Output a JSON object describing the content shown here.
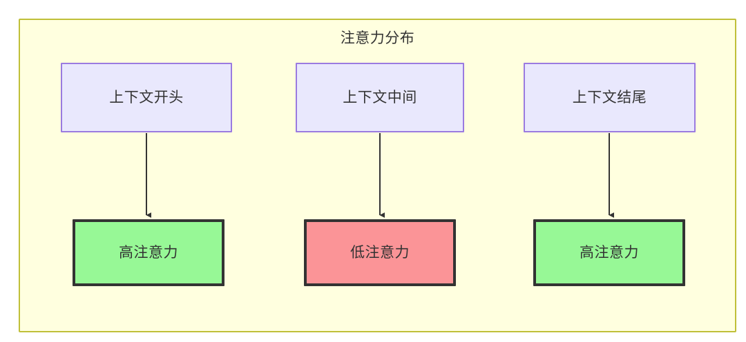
{
  "diagram": {
    "title": "注意力分布",
    "type": "flowchart",
    "background_color": "#ffffff",
    "container": {
      "fill": "#ffffdf",
      "border_color": "#bfbf38"
    },
    "palette": {
      "context_fill": "#e9e8fd",
      "context_border": "#9a7ae0",
      "high_attention_fill": "#97f896",
      "low_attention_fill": "#fb9497",
      "node_border": "#333333",
      "edge_color": "#333333",
      "text_color": "#333333"
    },
    "columns": [
      {
        "id": "start",
        "source": {
          "label": "上下文开头"
        },
        "target": {
          "label": "高注意力",
          "state": "high"
        }
      },
      {
        "id": "middle",
        "source": {
          "label": "上下文中间"
        },
        "target": {
          "label": "低注意力",
          "state": "low"
        }
      },
      {
        "id": "end",
        "source": {
          "label": "上下文结尾"
        },
        "target": {
          "label": "高注意力",
          "state": "high"
        }
      }
    ],
    "edges": [
      {
        "from": "上下文开头",
        "to": "高注意力",
        "arrow": "down"
      },
      {
        "from": "上下文中间",
        "to": "低注意力",
        "arrow": "down"
      },
      {
        "from": "上下文结尾",
        "to": "高注意力",
        "arrow": "down"
      }
    ]
  }
}
